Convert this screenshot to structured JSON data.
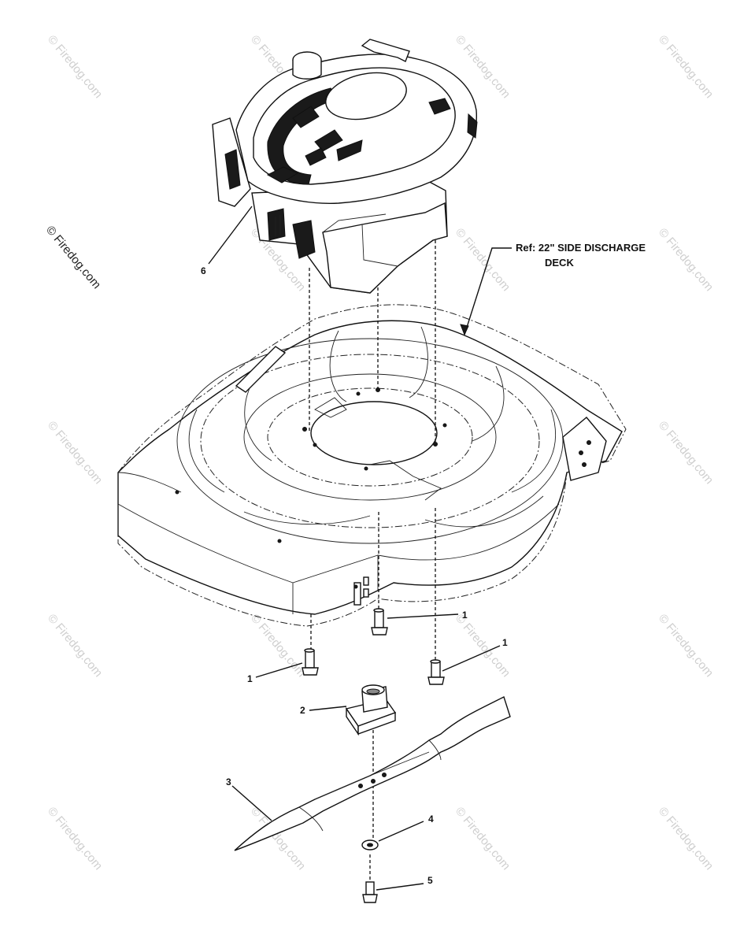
{
  "diagram": {
    "reference_label_line1": "Ref: 22\" SIDE DISCHARGE",
    "reference_label_line2": "DECK",
    "copyright_text": "© Firedog.com",
    "watermark_text": "© Firedog.com",
    "callouts": [
      {
        "id": "engine",
        "number": "6"
      },
      {
        "id": "bolt-right-top",
        "number": "1"
      },
      {
        "id": "bolt-right",
        "number": "1"
      },
      {
        "id": "bolt-left",
        "number": "1"
      },
      {
        "id": "blade-adapter",
        "number": "2"
      },
      {
        "id": "blade",
        "number": "3"
      },
      {
        "id": "washer",
        "number": "4"
      },
      {
        "id": "blade-bolt",
        "number": "5"
      }
    ]
  }
}
